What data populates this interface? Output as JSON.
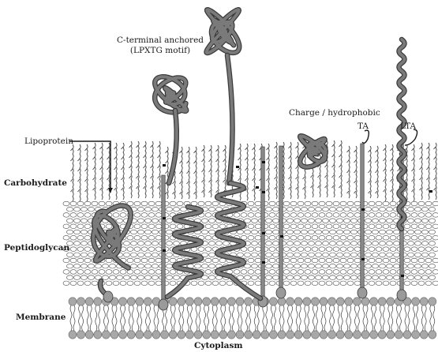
{
  "labels": {
    "carbohydrate": "Carbohydrate",
    "peptidoglycan": "Peptidoglycan",
    "membrane": "Membrane",
    "cytoplasm": "Cytoplasm",
    "lipoprotein": "Lipoprotein",
    "c_terminal_line1": "C-terminal anchored",
    "c_terminal_line2": "(LPXTG motif)",
    "charge": "Charge / hydrophobic",
    "ta": "TA",
    "lta": "LTA"
  },
  "colors": {
    "protein": "#7a7a7a",
    "protein_outline": "#3a3a3a",
    "lipid_head": "#a8a8a8",
    "ink": "#1a1a1a"
  }
}
